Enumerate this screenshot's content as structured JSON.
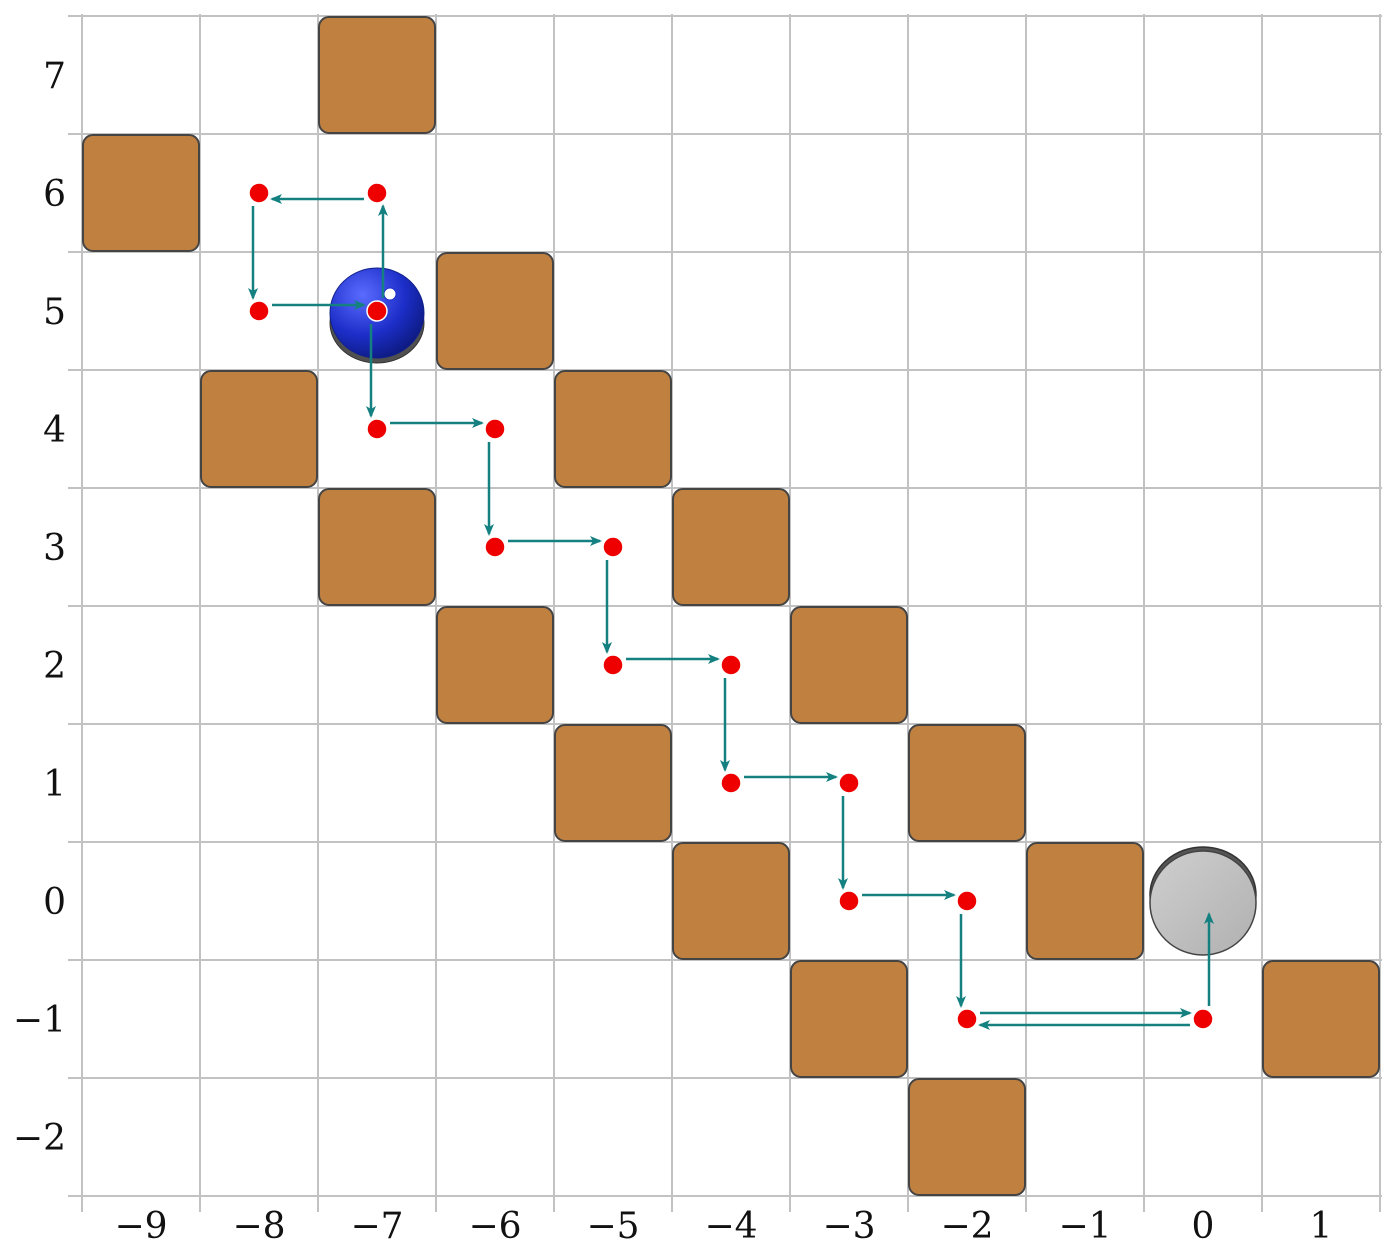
{
  "x_labels": [
    "−9",
    "−8",
    "−7",
    "−6",
    "−5",
    "−4",
    "−3",
    "−2",
    "−1",
    "0",
    "1"
  ],
  "y_labels": [
    "7",
    "6",
    "5",
    "4",
    "3",
    "2",
    "1",
    "0",
    "−1",
    "−2"
  ],
  "x_range": [
    -9,
    1
  ],
  "y_range": [
    -2,
    7
  ],
  "colors": {
    "grid": "#c2c2c2",
    "block_fill": "#c08040",
    "block_stroke": "#444444",
    "dot": "#ee0000",
    "arrow": "#148080",
    "start_token": "#1c2ec8",
    "goal_token": "#bdbdbd"
  },
  "blocks": [
    {
      "x": -7,
      "y": 7
    },
    {
      "x": -9,
      "y": 6
    },
    {
      "x": -6,
      "y": 5
    },
    {
      "x": -8,
      "y": 4
    },
    {
      "x": -5,
      "y": 4
    },
    {
      "x": -7,
      "y": 3
    },
    {
      "x": -4,
      "y": 3
    },
    {
      "x": -6,
      "y": 2
    },
    {
      "x": -3,
      "y": 2
    },
    {
      "x": -5,
      "y": 1
    },
    {
      "x": -2,
      "y": 1
    },
    {
      "x": -4,
      "y": 0
    },
    {
      "x": -1,
      "y": 0
    },
    {
      "x": -3,
      "y": -1
    },
    {
      "x": 1,
      "y": -1
    },
    {
      "x": -2,
      "y": -2
    }
  ],
  "start_token": {
    "x": -7,
    "y": 5,
    "icon": "blue-puck-icon"
  },
  "goal_token": {
    "x": 0,
    "y": 0,
    "icon": "gray-puck-icon"
  },
  "path_points": [
    {
      "x": -8,
      "y": 6
    },
    {
      "x": -7,
      "y": 6
    },
    {
      "x": -8,
      "y": 5
    },
    {
      "x": -7,
      "y": 5
    },
    {
      "x": -7,
      "y": 4
    },
    {
      "x": -6,
      "y": 4
    },
    {
      "x": -6,
      "y": 3
    },
    {
      "x": -5,
      "y": 3
    },
    {
      "x": -5,
      "y": 2
    },
    {
      "x": -4,
      "y": 2
    },
    {
      "x": -4,
      "y": 1
    },
    {
      "x": -3,
      "y": 1
    },
    {
      "x": -3,
      "y": 0
    },
    {
      "x": -2,
      "y": 0
    },
    {
      "x": -2,
      "y": -1
    },
    {
      "x": 0,
      "y": -1
    }
  ],
  "moves": [
    {
      "from": [
        -7,
        6
      ],
      "to": [
        -8,
        6
      ],
      "offset": "down"
    },
    {
      "from": [
        -8,
        6
      ],
      "to": [
        -8,
        5
      ],
      "offset": "left"
    },
    {
      "from": [
        -8,
        5
      ],
      "to": [
        -7,
        5
      ],
      "offset": "up"
    },
    {
      "from": [
        -7,
        5
      ],
      "to": [
        -7,
        6
      ],
      "offset": "right"
    },
    {
      "from": [
        -7,
        5
      ],
      "to": [
        -7,
        4
      ],
      "offset": "left"
    },
    {
      "from": [
        -7,
        4
      ],
      "to": [
        -6,
        4
      ],
      "offset": "up"
    },
    {
      "from": [
        -6,
        4
      ],
      "to": [
        -6,
        3
      ],
      "offset": "left"
    },
    {
      "from": [
        -6,
        3
      ],
      "to": [
        -5,
        3
      ],
      "offset": "up"
    },
    {
      "from": [
        -5,
        3
      ],
      "to": [
        -5,
        2
      ],
      "offset": "left"
    },
    {
      "from": [
        -5,
        2
      ],
      "to": [
        -4,
        2
      ],
      "offset": "up"
    },
    {
      "from": [
        -4,
        2
      ],
      "to": [
        -4,
        1
      ],
      "offset": "left"
    },
    {
      "from": [
        -4,
        1
      ],
      "to": [
        -3,
        1
      ],
      "offset": "up"
    },
    {
      "from": [
        -3,
        1
      ],
      "to": [
        -3,
        0
      ],
      "offset": "left"
    },
    {
      "from": [
        -3,
        0
      ],
      "to": [
        -2,
        0
      ],
      "offset": "up"
    },
    {
      "from": [
        -2,
        0
      ],
      "to": [
        -2,
        -1
      ],
      "offset": "left"
    },
    {
      "from": [
        -2,
        -1
      ],
      "to": [
        0,
        -1
      ],
      "offset": "up"
    },
    {
      "from": [
        0,
        -1
      ],
      "to": [
        -2,
        -1
      ],
      "offset": "down"
    },
    {
      "from": [
        0,
        -1
      ],
      "to": [
        0,
        0
      ],
      "offset": "right"
    }
  ]
}
